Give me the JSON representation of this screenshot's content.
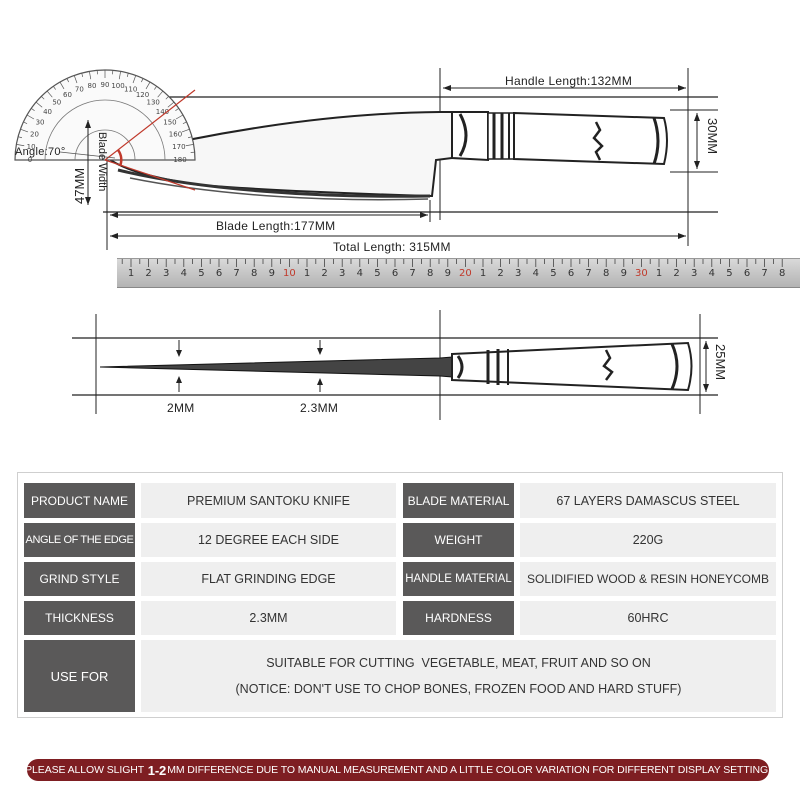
{
  "dimensions": {
    "handle_length": "Handle Length:132MM",
    "blade_length": "Blade Length:177MM",
    "total_length": "Total Length: 315MM",
    "handle_height": "30MM",
    "blade_width": "47MM",
    "blade_width_label": "Blade Width",
    "angle": "Angle:70°",
    "thickness_spine": "2MM",
    "thickness_mid": "2.3MM",
    "handle_thickness": "25MM"
  },
  "ruler": {
    "numbers": [
      "1",
      "2",
      "3",
      "4",
      "5",
      "6",
      "7",
      "8",
      "9",
      "10",
      "1",
      "2",
      "3",
      "4",
      "5",
      "6",
      "7",
      "8",
      "9",
      "20",
      "1",
      "2",
      "3",
      "4",
      "5",
      "6",
      "7",
      "8",
      "9",
      "30",
      "1",
      "2",
      "3",
      "4",
      "5",
      "6",
      "7",
      "8"
    ],
    "red_indices": [
      9,
      19,
      29
    ]
  },
  "protractor": {
    "outer_labels": [
      "0",
      "10",
      "20",
      "30",
      "40",
      "50",
      "60",
      "70",
      "80",
      "90",
      "100",
      "110",
      "120",
      "130",
      "140",
      "150",
      "160",
      "170",
      "180"
    ],
    "accent_color": "#c0392b"
  },
  "specs": {
    "product_name_label": "PRODUCT NAME",
    "product_name_value": "PREMIUM SANTOKU KNIFE",
    "blade_material_label": "BLADE MATERIAL",
    "blade_material_value": "67 LAYERS DAMASCUS STEEL",
    "angle_label": "ANGLE OF THE EDGE",
    "angle_value": "12 DEGREE EACH SIDE",
    "weight_label": "WEIGHT",
    "weight_value": "220G",
    "grind_label": "GRIND STYLE",
    "grind_value": "FLAT GRINDING EDGE",
    "handle_material_label": "HANDLE MATERIAL",
    "handle_material_value": "SOLIDIFIED WOOD & RESIN HONEYCOMB",
    "thickness_label": "THICKNESS",
    "thickness_value": "2.3MM",
    "hardness_label": "HARDNESS",
    "hardness_value": "60HRC",
    "use_label": "USE FOR",
    "use_line1": "SUITABLE FOR CUTTING  VEGETABLE, MEAT, FRUIT AND SO ON",
    "use_line2": "(NOTICE: DON'T USE TO CHOP BONES, FROZEN FOOD AND HARD STUFF)"
  },
  "notice": {
    "before": "PLEASE ALLOW SLIGHT ",
    "emphasis": "1-2",
    "after": "MM DIFFERENCE DUE TO MANUAL MEASUREMENT AND A LITTLE COLOR VARIATION FOR DIFFERENT DISPLAY SETTING."
  }
}
